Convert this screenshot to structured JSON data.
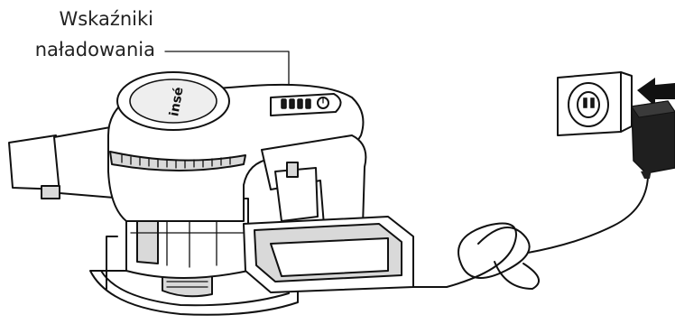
{
  "callout": {
    "line1": "Wskaźniki",
    "line2": "naładowania"
  },
  "brand_logo": "insé"
}
